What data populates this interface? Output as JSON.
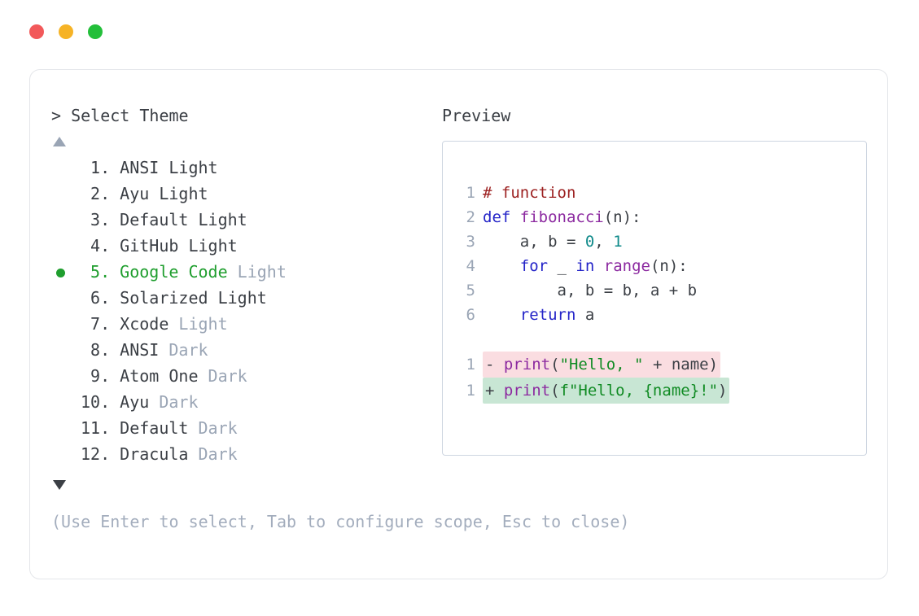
{
  "window": {
    "traffic_lights": [
      {
        "name": "close-button",
        "color": "#f2595a"
      },
      {
        "name": "minimize-button",
        "color": "#f6b326"
      },
      {
        "name": "maximize-button",
        "color": "#23bf3a"
      }
    ]
  },
  "left": {
    "prompt_symbol": ">",
    "prompt_title": "Select Theme",
    "scroll_up_icon": "triangle-up-icon",
    "scroll_down_icon": "triangle-down-icon",
    "items": [
      {
        "index": " 1.",
        "name": "ANSI",
        "variant": "Light",
        "selected": false,
        "variant_muted": false
      },
      {
        "index": " 2.",
        "name": "Ayu",
        "variant": "Light",
        "selected": false,
        "variant_muted": false
      },
      {
        "index": " 3.",
        "name": "Default",
        "variant": "Light",
        "selected": false,
        "variant_muted": false
      },
      {
        "index": " 4.",
        "name": "GitHub",
        "variant": "Light",
        "selected": false,
        "variant_muted": false
      },
      {
        "index": " 5.",
        "name": "Google Code",
        "variant": "Light",
        "selected": true,
        "variant_muted": true
      },
      {
        "index": " 6.",
        "name": "Solarized",
        "variant": "Light",
        "selected": false,
        "variant_muted": false
      },
      {
        "index": " 7.",
        "name": "Xcode",
        "variant": "Light",
        "selected": false,
        "variant_muted": true
      },
      {
        "index": " 8.",
        "name": "ANSI",
        "variant": "Dark",
        "selected": false,
        "variant_muted": true
      },
      {
        "index": " 9.",
        "name": "Atom One",
        "variant": "Dark",
        "selected": false,
        "variant_muted": true
      },
      {
        "index": "10.",
        "name": "Ayu",
        "variant": "Dark",
        "selected": false,
        "variant_muted": true
      },
      {
        "index": "11.",
        "name": "Default",
        "variant": "Dark",
        "selected": false,
        "variant_muted": true
      },
      {
        "index": "12.",
        "name": "Dracula",
        "variant": "Dark",
        "selected": false,
        "variant_muted": true
      }
    ],
    "hint": "(Use Enter to select, Tab to configure scope, Esc to close)"
  },
  "right": {
    "preview_label": "Preview",
    "code_lines": [
      {
        "num": "1",
        "segments": [
          {
            "t": "# function",
            "c": "comment"
          }
        ]
      },
      {
        "num": "2",
        "segments": [
          {
            "t": "def ",
            "c": "keyword"
          },
          {
            "t": "fibonacci",
            "c": "func"
          },
          {
            "t": "(n):",
            "c": "punct"
          }
        ]
      },
      {
        "num": "3",
        "segments": [
          {
            "t": "    a, b = ",
            "c": "plain"
          },
          {
            "t": "0",
            "c": "number"
          },
          {
            "t": ", ",
            "c": "plain"
          },
          {
            "t": "1",
            "c": "number"
          }
        ]
      },
      {
        "num": "4",
        "segments": [
          {
            "t": "    ",
            "c": "plain"
          },
          {
            "t": "for ",
            "c": "keyword"
          },
          {
            "t": "_ ",
            "c": "plain"
          },
          {
            "t": "in ",
            "c": "keyword"
          },
          {
            "t": "range",
            "c": "func"
          },
          {
            "t": "(n):",
            "c": "punct"
          }
        ]
      },
      {
        "num": "5",
        "segments": [
          {
            "t": "        a, b = b, a + b",
            "c": "plain"
          }
        ]
      },
      {
        "num": "6",
        "segments": [
          {
            "t": "    ",
            "c": "plain"
          },
          {
            "t": "return ",
            "c": "keyword"
          },
          {
            "t": "a",
            "c": "plain"
          }
        ]
      }
    ],
    "diff_lines": [
      {
        "num": "1",
        "kind": "del",
        "sign": "-",
        "segments": [
          {
            "t": "print",
            "c": "func"
          },
          {
            "t": "(",
            "c": "punct"
          },
          {
            "t": "\"Hello, \"",
            "c": "string"
          },
          {
            "t": " + name)",
            "c": "plain"
          }
        ]
      },
      {
        "num": "1",
        "kind": "add",
        "sign": "+",
        "segments": [
          {
            "t": "print",
            "c": "func"
          },
          {
            "t": "(",
            "c": "punct"
          },
          {
            "t": "f\"Hello, {name}!\"",
            "c": "string"
          },
          {
            "t": ")",
            "c": "punct"
          }
        ]
      }
    ]
  },
  "colors": {
    "selected_green": "#1f9e2e",
    "muted_text": "#9aa5b5",
    "body_text": "#3b3f45",
    "diff_del_bg": "#fadde1",
    "diff_add_bg": "#c8e6d4",
    "syntax_comment": "#9c2020",
    "syntax_keyword": "#2424c8",
    "syntax_function": "#8c2aa0",
    "syntax_number": "#0f8a8a",
    "syntax_string": "#108b23"
  }
}
